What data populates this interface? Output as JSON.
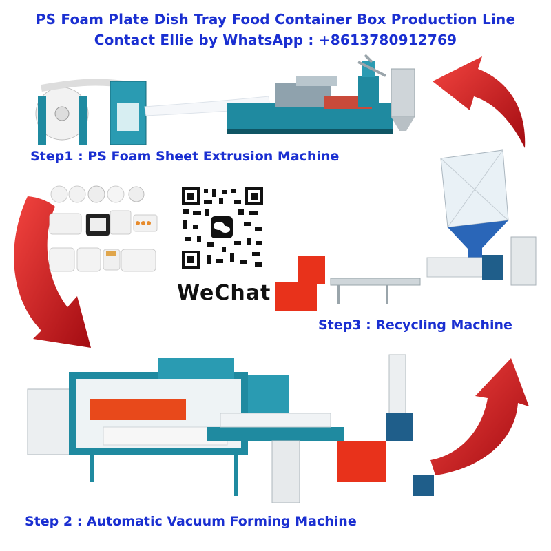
{
  "header": {
    "line1": "PS Foam Plate Dish Tray Food Container Box Production Line",
    "line2": "Contact Ellie by WhatsApp : +8613780912769"
  },
  "steps": {
    "step1": "Step1 : PS Foam Sheet Extrusion Machine",
    "step3": "Step3 : Recycling Machine",
    "step2": "Step 2 : Automatic Vacuum Forming Machine"
  },
  "qr": {
    "label": "WeChat"
  },
  "colors": {
    "title_blue": "#1a2fd1",
    "arrow_red": "#d9131b",
    "machine_teal": "#1f8aa0",
    "machine_orange": "#e8491b",
    "hopper_blue": "#2a66b8"
  }
}
